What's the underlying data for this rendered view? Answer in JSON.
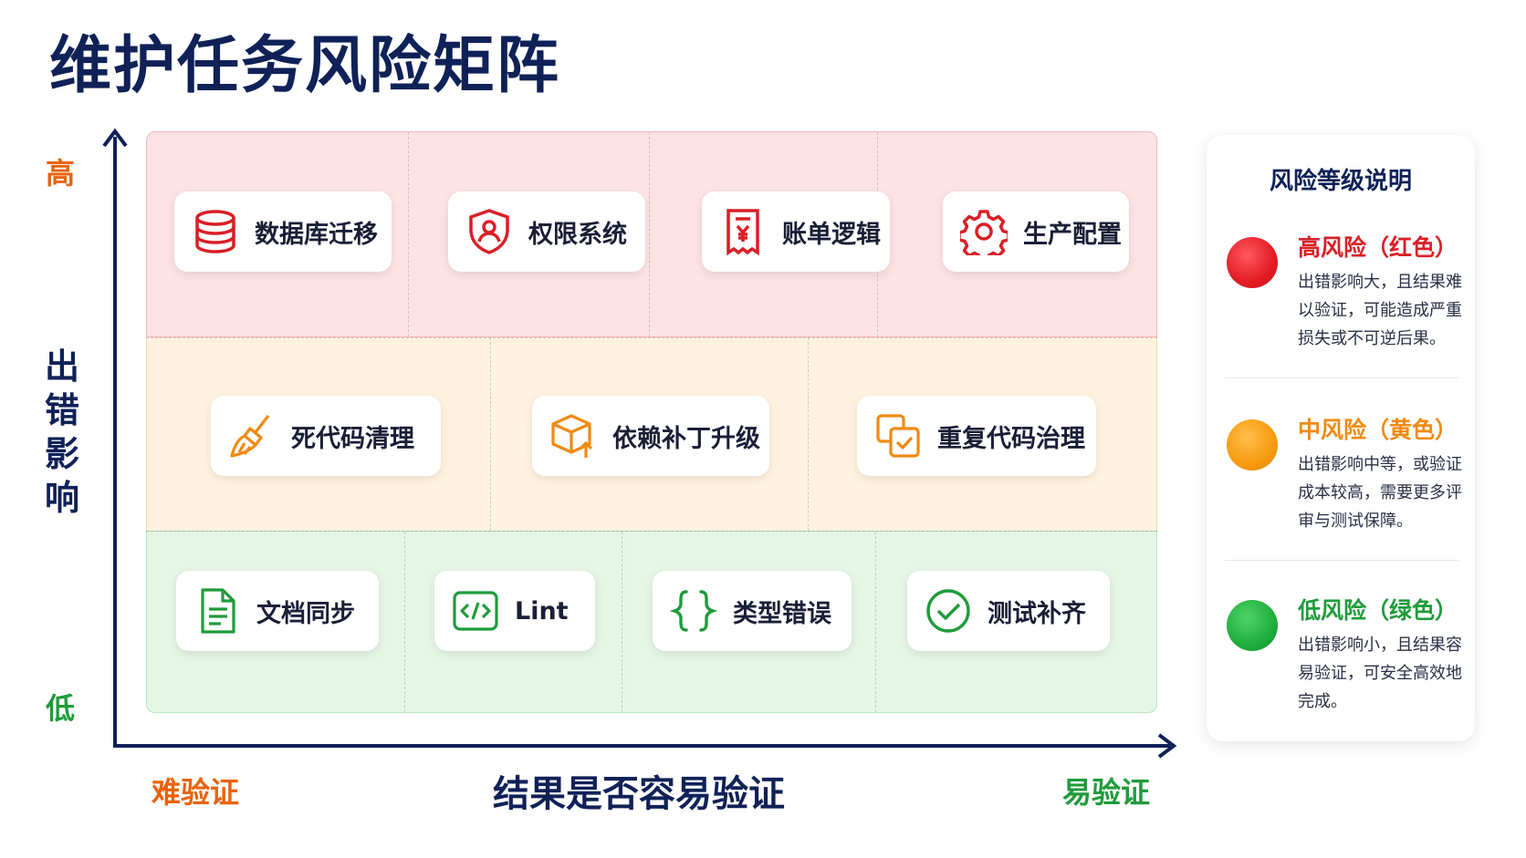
{
  "title": "维护任务风险矩阵",
  "axes": {
    "y_title": "出错影响",
    "y_high": "高",
    "y_low": "低",
    "x_title": "结果是否容易验证",
    "x_hard": "难验证",
    "x_easy": "易验证"
  },
  "rows": {
    "high": [
      {
        "label": "数据库迁移",
        "icon": "database-icon"
      },
      {
        "label": "权限系统",
        "icon": "shield-user-icon"
      },
      {
        "label": "账单逻辑",
        "icon": "receipt-icon"
      },
      {
        "label": "生产配置",
        "icon": "gear-icon"
      }
    ],
    "medium": [
      {
        "label": "死代码清理",
        "icon": "broom-icon"
      },
      {
        "label": "依赖补丁升级",
        "icon": "package-upgrade-icon"
      },
      {
        "label": "重复代码治理",
        "icon": "duplicate-check-icon"
      }
    ],
    "low": [
      {
        "label": "文档同步",
        "icon": "document-icon"
      },
      {
        "label": "Lint",
        "icon": "code-icon"
      },
      {
        "label": "类型错误",
        "icon": "braces-icon"
      },
      {
        "label": "测试补齐",
        "icon": "check-circle-icon"
      }
    ]
  },
  "legend": {
    "title": "风险等级说明",
    "items": [
      {
        "name": "高风险（红色）",
        "desc": "出错影响大，且结果难以验证，可能造成严重损失或不可逆后果。",
        "color": "#e31b23"
      },
      {
        "name": "中风险（黄色）",
        "desc": "出错影响中等，或验证成本较高，需要更多评审与测试保障。",
        "color": "#f79a0e"
      },
      {
        "name": "低风险（绿色）",
        "desc": "出错影响小，且结果容易验证，可安全高效地完成。",
        "color": "#1fad3d"
      }
    ]
  },
  "colors": {
    "high": "#d91f26",
    "medium": "#f08a12",
    "low": "#1f9b3a",
    "axis": "#0f2157"
  }
}
